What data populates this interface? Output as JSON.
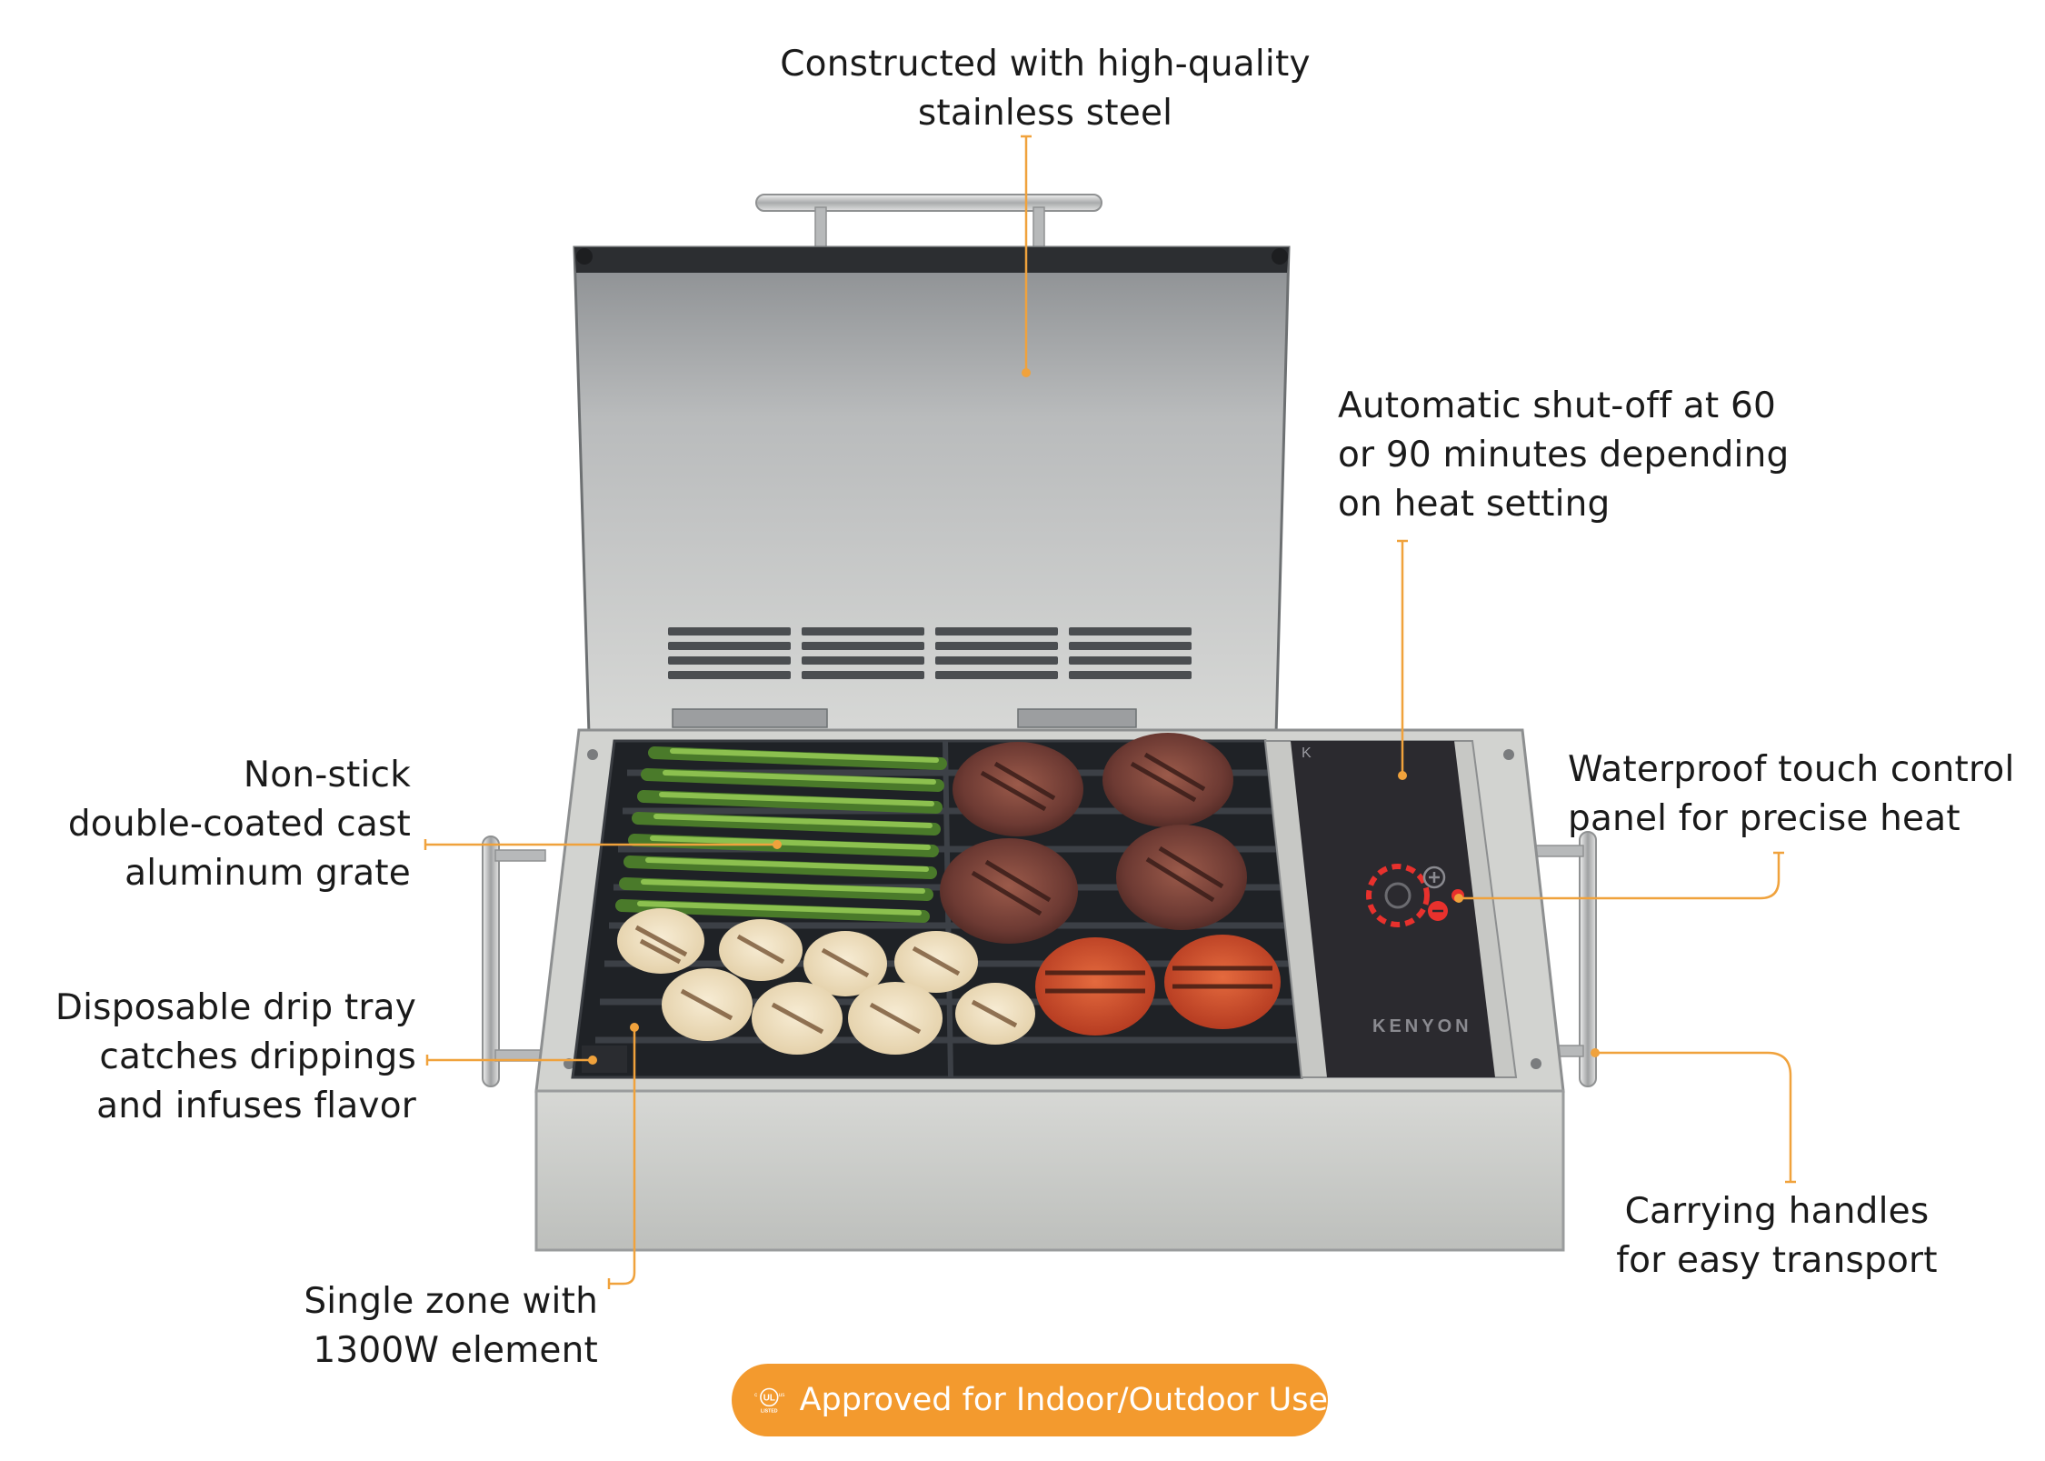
{
  "callouts": {
    "steel": [
      "Constructed with high-quality",
      "stainless steel"
    ],
    "shutoff": [
      "Automatic shut-off at 60",
      "or 90 minutes depending",
      "on heat setting"
    ],
    "grate": [
      "Non-stick",
      "double-coated cast",
      "aluminum grate"
    ],
    "touch": [
      "Waterproof touch control",
      "panel for precise heat"
    ],
    "drip": [
      "Disposable drip tray",
      "catches drippings",
      "and infuses flavor"
    ],
    "handles": [
      "Carrying handles",
      "for easy transport"
    ],
    "zone": [
      "Single zone with",
      "1300W element"
    ]
  },
  "badge": {
    "text": "Approved for Indoor/Outdoor Use",
    "mark": {
      "c": "c",
      "ul": "UL",
      "us": "us",
      "listed": "LISTED"
    }
  },
  "panel": {
    "brand": "KENYON",
    "logo_letter": "K"
  },
  "colors": {
    "accent": "#f39a2e",
    "leader": "#f0a23c",
    "text": "#1a1a1a",
    "steel": "#c9c9c7",
    "panel": "#2b2a2f",
    "grate": "#1f2226"
  },
  "icons": [
    "ul-listed-icon",
    "plus-icon",
    "minus-icon",
    "power-icon"
  ]
}
